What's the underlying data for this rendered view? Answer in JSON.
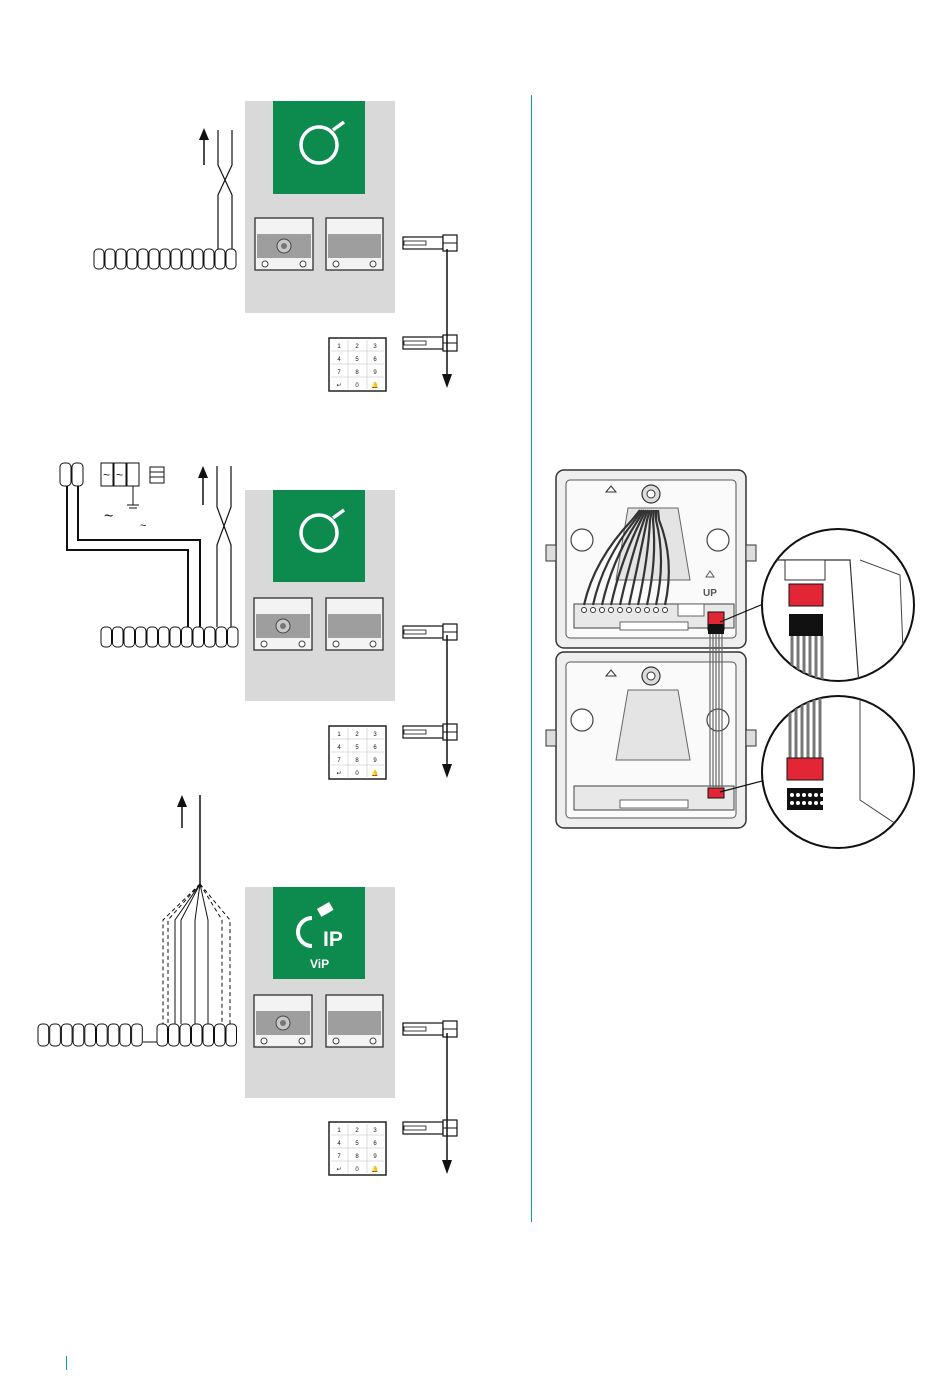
{
  "keypad": {
    "keys": [
      "1",
      "2",
      "3",
      "4",
      "5",
      "6",
      "7",
      "8",
      "9",
      "↵",
      "0",
      "🔔"
    ]
  },
  "modules": {
    "ip_badge_line1": "IP",
    "ip_badge_line2": "ViP",
    "up_label": "UP"
  },
  "power": {
    "ac_symbol": "~",
    "dc_symbol": "⎓"
  },
  "colors": {
    "accent_teal": "#0aa39a",
    "module_green": "#0d8a4e",
    "panel_gray": "#d9d9d9",
    "connector_red": "#e32636"
  },
  "icons": [
    "cable-module-icon",
    "ip-network-icon",
    "transformer-icon",
    "arrow-up-icon",
    "arrow-down-icon"
  ]
}
